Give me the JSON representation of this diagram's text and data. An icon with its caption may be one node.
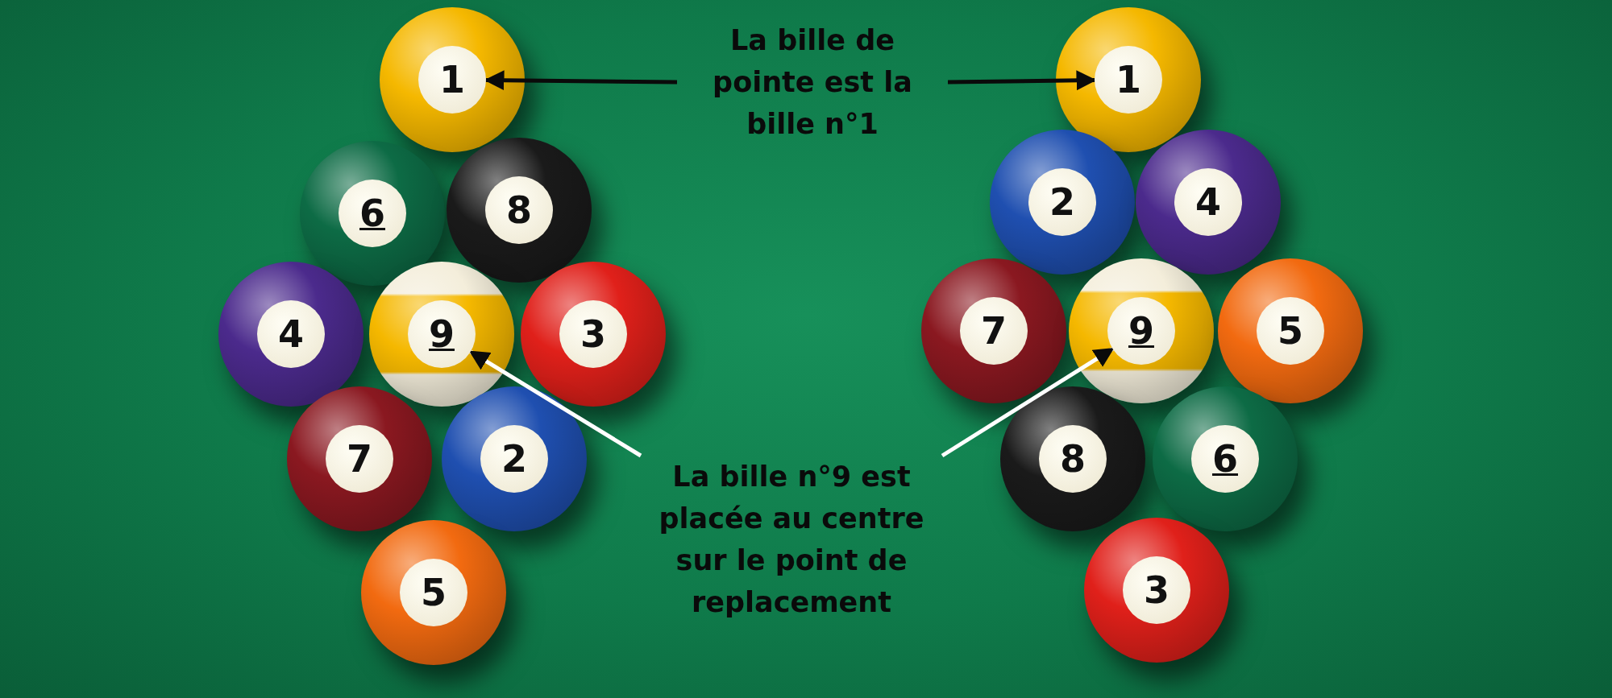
{
  "diagram": {
    "nodes": [
      {
        "text": [
          "1"
        ]
      },
      {
        "text": [
          "La bille de pointe est la bille n°1"
        ]
      },
      {
        "text": [
          "1"
        ]
      },
      {
        "text": [
          "6"
        ]
      },
      {
        "text": [
          "8"
        ]
      },
      {
        "text": [
          "2"
        ]
      },
      {
        "text": [
          "4"
        ]
      },
      {
        "text": [
          "4"
        ]
      },
      {
        "text": [
          "9"
        ]
      },
      {
        "text": [
          "3"
        ]
      },
      {
        "text": [
          "7"
        ]
      },
      {
        "text": [
          "9"
        ]
      },
      {
        "text": [
          "5"
        ]
      },
      {
        "text": [
          "7"
        ]
      },
      {
        "text": [
          "2"
        ]
      },
      {
        "text": [
          "La bille n°9 est placée au centre sur le point de replacement"
        ]
      },
      {
        "text": [
          "8"
        ]
      },
      {
        "text": [
          "6"
        ]
      },
      {
        "text": [
          "5"
        ]
      },
      {
        "text": [
          "3"
        ]
      }
    ],
    "edges": [
      {
        "from": 1,
        "to": 0,
        "arrow": "to"
      },
      {
        "from": 1,
        "to": 2,
        "arrow": "to"
      },
      {
        "from": 15,
        "to": 8,
        "arrow": "to",
        "color": "#ffffff"
      },
      {
        "from": 15,
        "to": 11,
        "arrow": "to",
        "color": "#ffffff"
      }
    ]
  }
}
